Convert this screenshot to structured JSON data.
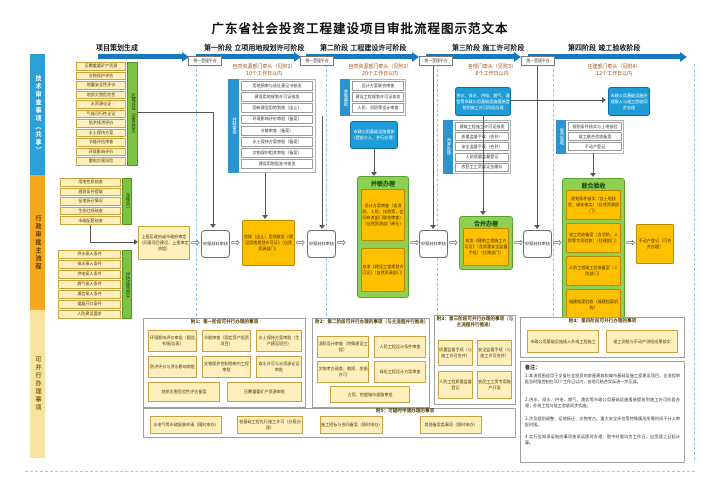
{
  "title": "广东省社会投资工程建设项目审批流程图示范文本",
  "header": {
    "stages": [
      "项目策划生成",
      "第一阶段  立项用地规划许可阶段",
      "第二阶段  工程建设许可阶段",
      "第三阶段  施工许可阶段",
      "第四阶段  竣工验收阶段"
    ],
    "platform": "统一受理平台"
  },
  "side_bands": {
    "top": "技术审查事项（共享）",
    "middle": "行政审批主流程",
    "bottom": "可并行办理事项"
  },
  "region_eval": {
    "bar": "区域评估（成果共享）",
    "items": [
      "压覆重要矿产资源",
      "文物保护评估",
      "地震安全性评价",
      "地质灾害危险性",
      "水资源论证",
      "气候可行性论证",
      "防洪排涝评价",
      "水土保持方案",
      "节能评估审查",
      "环境影响评价",
      "雷电灾害风险"
    ]
  },
  "plan_groups": {
    "a": {
      "bar": "多规合一",
      "items": [
        "用地性质核查",
        "规划条件提取",
        "征地拆迁情况",
        "生态红线核查",
        "市政配套核查"
      ]
    },
    "b": {
      "bar": "评估成果共享",
      "items": [
        "供水接入条件",
        "排水接入条件",
        "供电接入条件",
        "燃气接入条件",
        "通信接入条件",
        "道路开口条件",
        "人防建设要求"
      ]
    }
  },
  "columns": [
    {
      "lead": "自然资源部门牵头（见附1）",
      "limit": "10个工作日以内",
      "tab": "并联审批",
      "items": [
        "用地预审与选址意见书核发",
        "建设用地规划许可证核发",
        "国有建设用地划拨（出让）",
        "环境影响评价审批（备案）",
        "节能审查（备案）",
        "水土保持方案审批（备案）",
        "文物保护相关审批（备案）",
        "建设用地批准书核发"
      ]
    },
    {
      "lead": "自然资源部门牵头（见附2）",
      "limit": "20个工作日以内",
      "tab": "并联审批",
      "items": [
        "设计方案联合审查",
        "建设工程规划许可证核发",
        "人防、消防等设计审查"
      ],
      "note": "市政公用基础设施报装（提前介入、并行办理）"
    },
    {
      "lead": "各部门牵头（见附3）",
      "limit": "8个工作日以内",
      "tab": "合并办理",
      "items": [
        "建筑工程施工许可证核发",
        "质量监督手续（合并）",
        "安全监督手续（合并）",
        "人防质量监督登记",
        "农民工工资保证金缴存"
      ],
      "note": "供水、排水、供电、燃气、通信等市政公用基础设施报装提前到施工许可阶段办理"
    },
    {
      "lead": "住建部门牵头（见附4）",
      "limit": "12个工作日以内",
      "tab": "联合验收",
      "items": [
        "规划条件核实与土地核验",
        "竣工联合验收备案",
        "不动产登记"
      ],
      "note": "市政公用基础设施外线接入与竣工验收同步办理"
    }
  ],
  "flow": {
    "start": "上报区政府或市政府审定（同意项目建设，上报审定流程）",
    "gate": "申报材料审核",
    "land": "划拨（出让）用地核发《建设用地规划许可证》（自然资源部门）",
    "parallel": {
      "label": "并联办理",
      "items": [
        "设计方案审查（含消防、人防、技防等，会同有关部门联合审查）（自然资源部门牵头）",
        "核发《建设工程规划许可证》（自然资源部门）"
      ]
    },
    "merge": {
      "label": "合并办理",
      "items": [
        "核发《建筑工程施工许可证》（含质量安全监督手续）（住建部门）"
      ]
    },
    "joint": {
      "label": "联合验收",
      "items": [
        "规划条件核实（含土地核验、绿化核实）（自然资源部门）",
        "竣工验收备案（含消防、人防等专项验收）（住建部门）",
        "人防工程竣工验收备案（人防部门）",
        "城建档案验收（城建档案机构）"
      ]
    },
    "final": "不动产登记（可合并办理）"
  },
  "appendix": {
    "g1": {
      "title": "附1：第一阶段可并行办理的事项",
      "items": [
        "环境影响评价审批（报告书/报告表）",
        "节能审查（固定资产投资项目）",
        "水土保持方案审批（生产建设项目）",
        "防洪评价与洪水影响审批",
        "文物保护控制地带内工程审批",
        "取水许可与水资源论证审批",
        "地质灾害危险性评估备案",
        "压覆重要矿产资源审批"
      ]
    },
    "g2": {
      "title": "附2：第二阶段可并行办理的事项（与主流程并行推进）",
      "items": [
        "消防设计审查（特殊建设工程）",
        "人防工程设计条件审查",
        "文物考古调查、勘探、发掘许可",
        "绿化工程设计方案审查",
        "占用、挖掘城市道路审批"
      ]
    },
    "g3": {
      "title": "附3：第三阶段可并行办理的事项（与主流程并行推进）",
      "items": [
        "质量监督手续（与施工许可合并）",
        "安全监督手续（与施工许可合并）",
        "人防工程质量监督登记",
        "农民工工资专用账户开设"
      ]
    },
    "g4": {
      "title": "附4：第四阶段可并行办理的事项",
      "items": [
        "市政公用基础设施接入外线工程施工",
        "竣工测绘与不动产测绘成果核实"
      ]
    },
    "g5": {
      "title": "附5：可随时申请办理的事项",
      "items": [
        "水电气等市政报装申请（随时申办）",
        "桩基础工程先行施工许可（分段办理）",
        "施工招标与合同备案（随时申办）",
        "其他备案类事项（随时申办）"
      ]
    }
  },
  "notes": {
    "title": "备注：",
    "lines": [
      "1.本流程图适用于全省社会投资的房屋建筑和城市基础设施工程建设项目，全流程审批总时限控制在50个工作日以内，各地可结合实际进一步压减。",
      "2.供水、排水、供电、燃气、通信等市政公用基础设施报装提前到施工许可阶段办理，外线工程与竣工验收同步实施。",
      "3.涉及规划调整、征地拆迁、文物考古、重大安全评估等特殊情形所需时间不计入审批时限。",
      "4.实行告知承诺制的事项按承诺即时办理；图中时限均为工作日，自受理之日起计算。"
    ]
  },
  "colors": {
    "accent_blue": "#1878be",
    "green": "#8ed052",
    "orange": "#ffc000",
    "yellow": "#fdf0bc",
    "solid_blue": "#1e9cd7"
  }
}
